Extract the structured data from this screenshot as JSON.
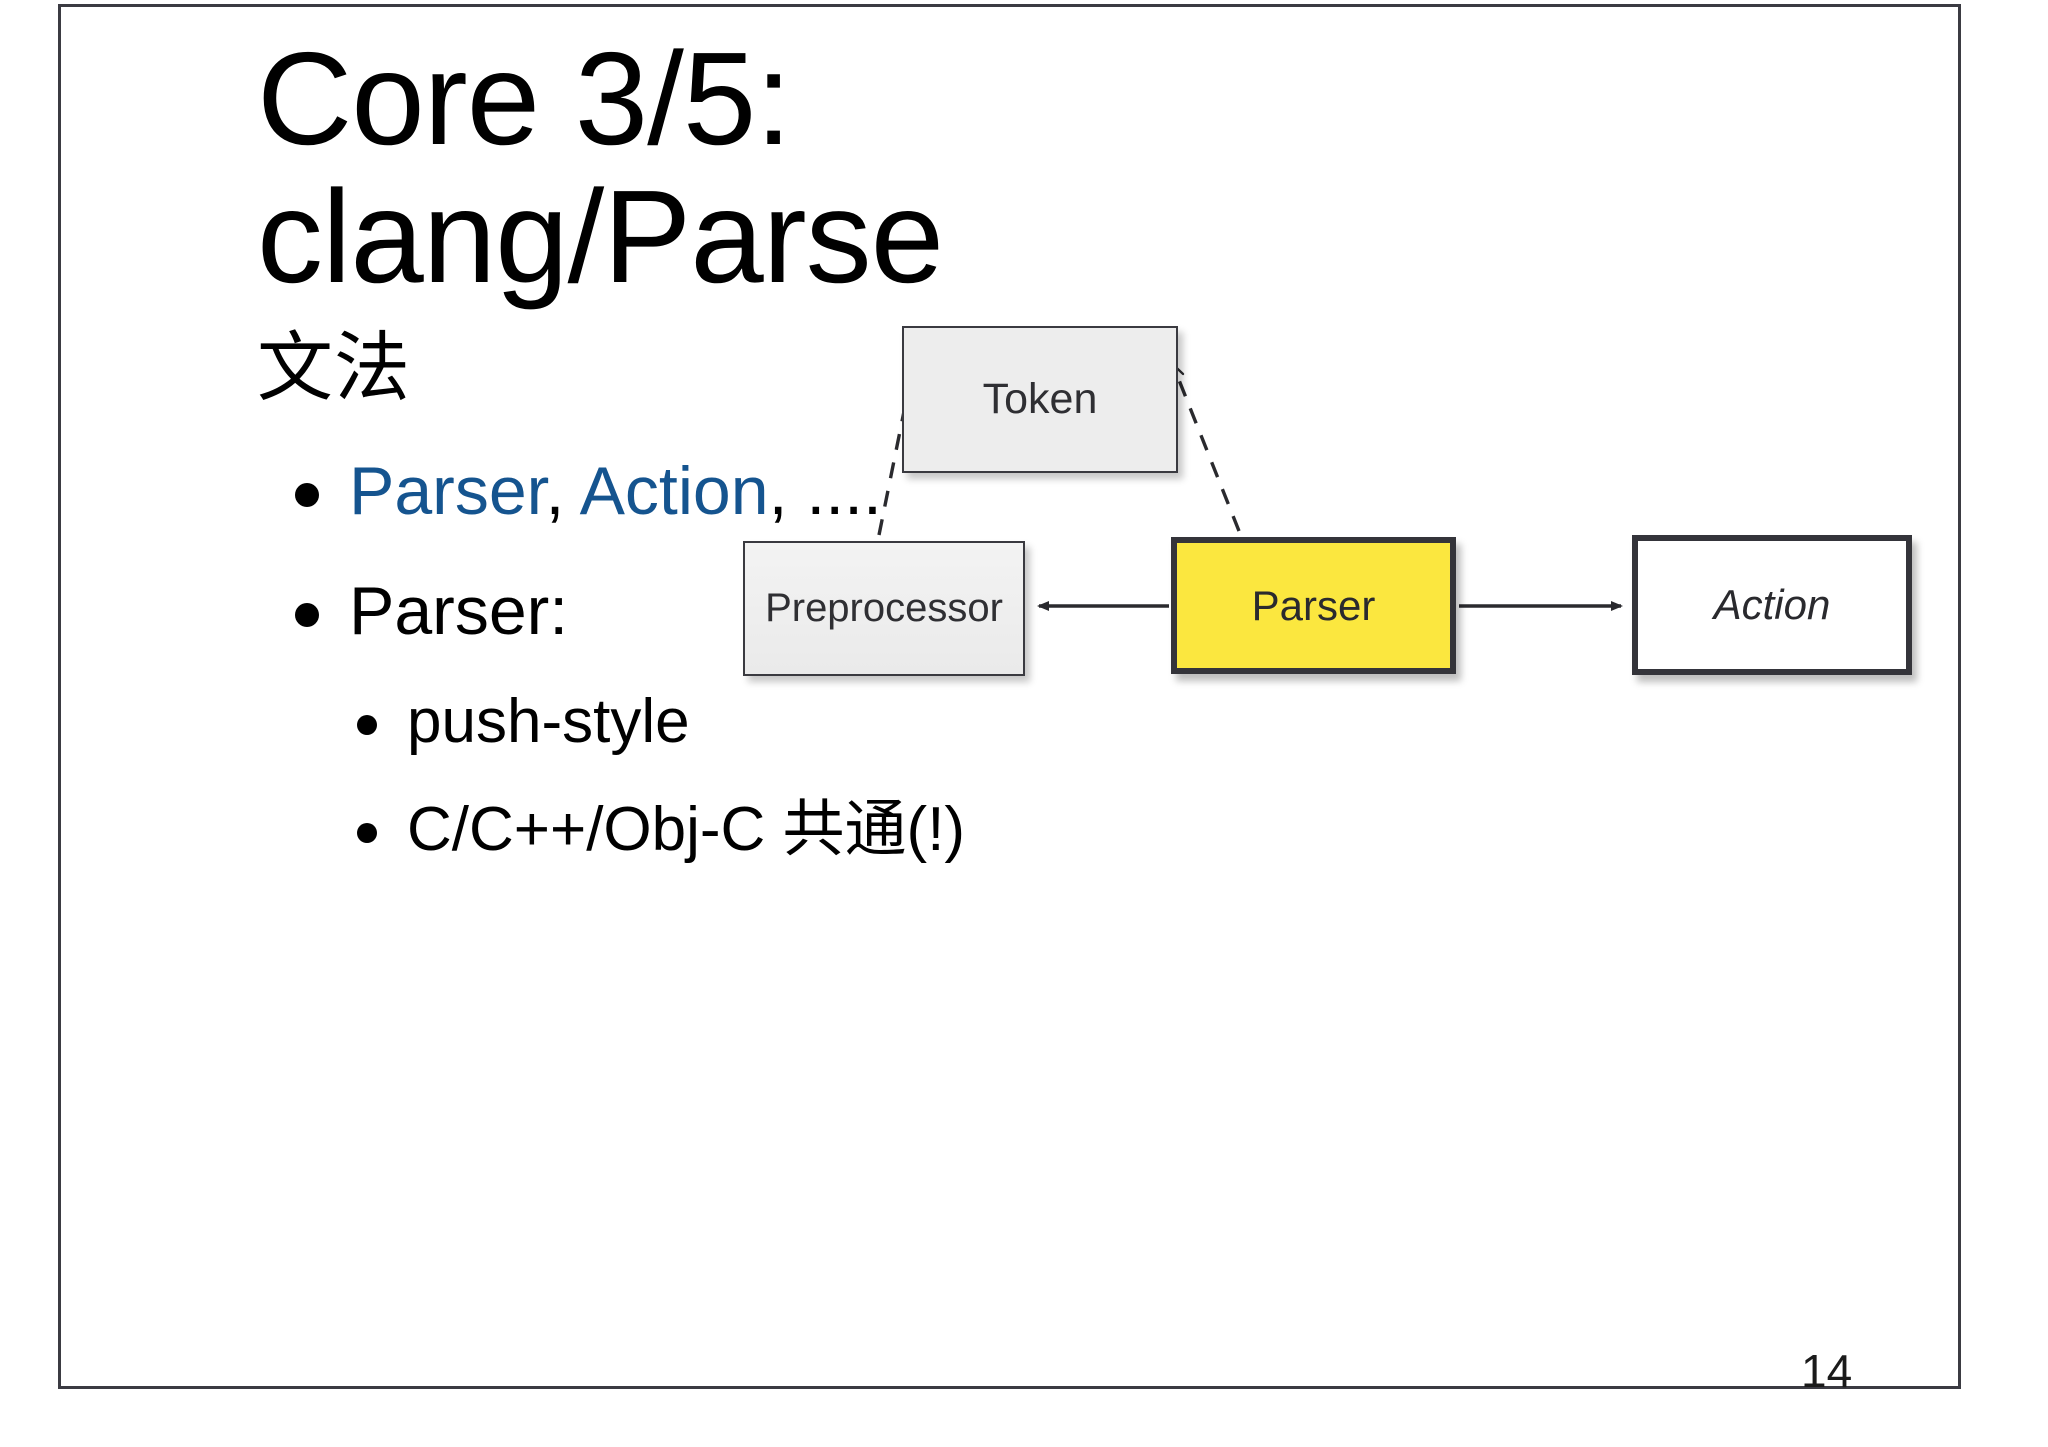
{
  "slide": {
    "page_number": "14",
    "background_color": "#ffffff",
    "border_color": "#3b3b42"
  },
  "title": {
    "line1": "Core 3/5:",
    "line2": "clang/Parse"
  },
  "body": {
    "lead": "文法",
    "bullets": [
      {
        "level": 1,
        "segments": [
          {
            "text": "Parser",
            "color": "#15548F"
          },
          {
            "text": ", ",
            "color": "#000000"
          },
          {
            "text": "Action",
            "color": "#15548F"
          },
          {
            "text": ", ....",
            "color": "#000000"
          }
        ],
        "plain": "Parser, Action, ...."
      },
      {
        "level": 1,
        "segments": [
          {
            "text": "Parser:",
            "color": "#000000"
          }
        ],
        "plain": "Parser:"
      },
      {
        "level": 2,
        "segments": [
          {
            "text": "push-style",
            "color": "#000000"
          }
        ],
        "plain": "push-style"
      },
      {
        "level": 2,
        "segments": [
          {
            "text": "C/C++/Obj-C 共通(!)",
            "color": "#000000"
          }
        ],
        "plain": "C/C++/Obj-C 共通(!)"
      }
    ]
  },
  "diagram": {
    "nodes": [
      {
        "id": "token",
        "label": "Token",
        "fill": "#ededed",
        "border": "#3a3a40",
        "text_color": "#2f2f33",
        "italic": false
      },
      {
        "id": "preprocessor",
        "label": "Preprocessor",
        "fill": "#eeeeee",
        "border": "#3a3a40",
        "text_color": "#2f2f33",
        "italic": false
      },
      {
        "id": "parser",
        "label": "Parser",
        "fill": "#FBE73F",
        "border": "#34343a",
        "text_color": "#2a2a2e",
        "italic": false
      },
      {
        "id": "action",
        "label": "Action",
        "fill": "#ffffff",
        "border": "#34343a",
        "text_color": "#2a2a2e",
        "italic": true
      }
    ],
    "edges": [
      {
        "from": "parser",
        "to": "preprocessor",
        "style": "solid",
        "arrow": "filled"
      },
      {
        "from": "parser",
        "to": "action",
        "style": "solid",
        "arrow": "filled"
      },
      {
        "from": "preprocessor",
        "to": "token",
        "style": "dashed",
        "arrow": "open"
      },
      {
        "from": "parser",
        "to": "token",
        "style": "dashed",
        "arrow": "open"
      }
    ]
  }
}
